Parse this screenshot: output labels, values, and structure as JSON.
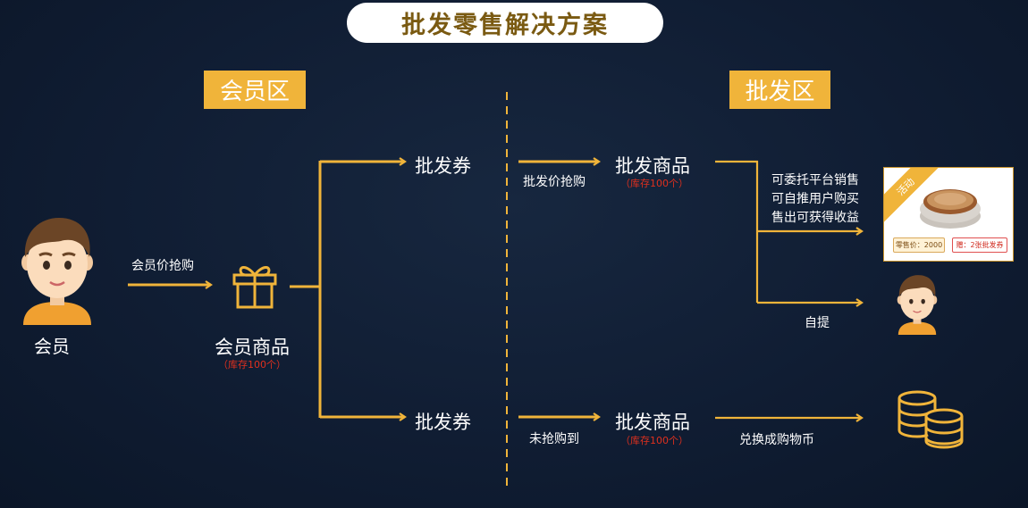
{
  "title": "批发零售解决方案",
  "zones": {
    "member": "会员区",
    "wholesale": "批发区"
  },
  "member": {
    "label": "会员"
  },
  "member_buy": "会员价抢购",
  "member_goods": {
    "label": "会员商品",
    "stock": "（库存100个）"
  },
  "coupon_top": "批发券",
  "coupon_bottom": "批发券",
  "wholesale_buy": "批发价抢购",
  "not_grabbed": "未抢购到",
  "wholesale_goods_top": {
    "label": "批发商品",
    "stock": "（库存100个）"
  },
  "wholesale_goods_bottom": {
    "label": "批发商品",
    "stock": "（库存100个）"
  },
  "outcome_lines": [
    "可委托平台销售",
    "可自推用户购买",
    "售出可获得收益"
  ],
  "pickup": "自提",
  "exchange": "兑换成购物币",
  "promo": {
    "ribbon": "活动",
    "price": "零售价：2000",
    "gift": "赠：2张批发券"
  },
  "icons": [
    "member-avatar-icon",
    "gift-icon",
    "user-avatar-icon",
    "coins-icon",
    "product-image"
  ],
  "colors": {
    "background": "#101d33",
    "accent": "#f0b43a",
    "title_text": "#7a5a12",
    "stock_text": "#e0301e"
  }
}
